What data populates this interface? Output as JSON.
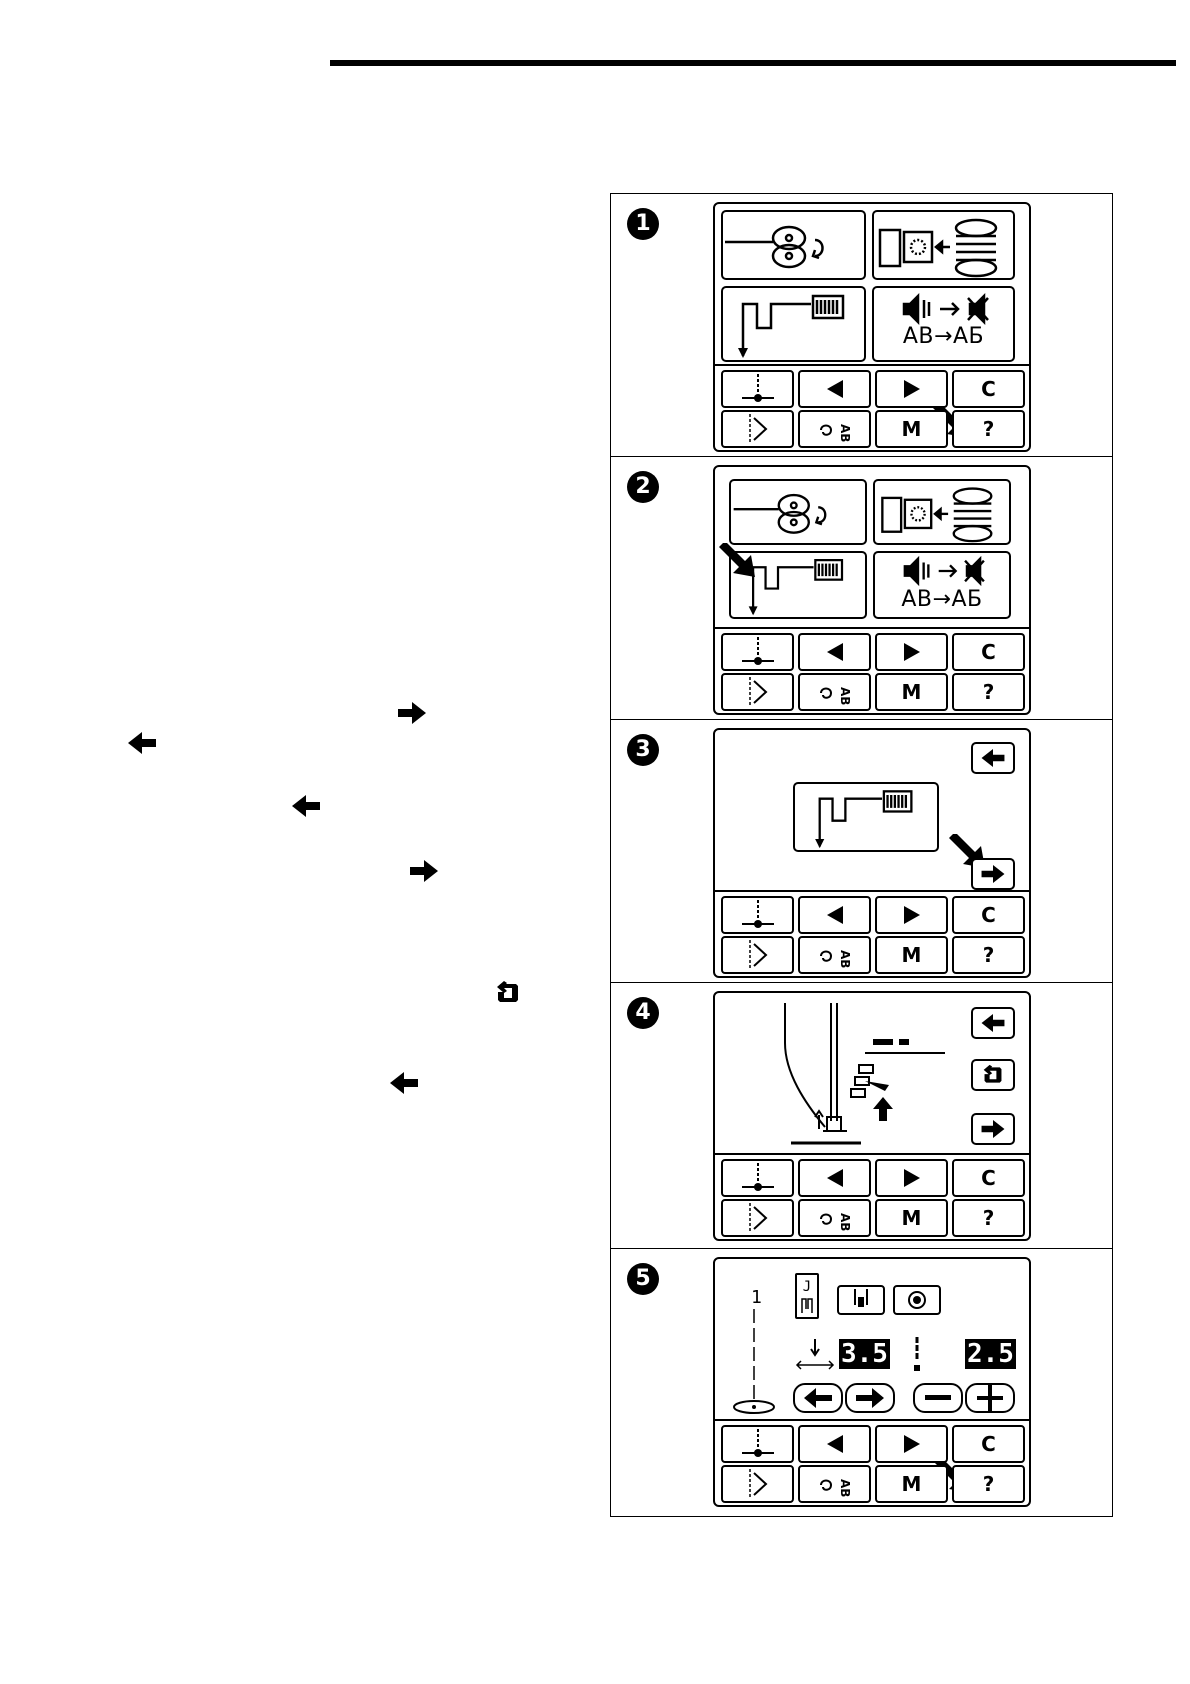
{
  "steps": [
    "1",
    "2",
    "3",
    "4",
    "5"
  ],
  "keys": {
    "c": "C",
    "help": "?",
    "memory": "M"
  },
  "menu": {
    "lang_from": "AB",
    "arrow": "→",
    "lang_to": "AБ"
  },
  "stitch": {
    "pattern_number": "1",
    "foot": "J",
    "width": "3.5",
    "length": "2.5"
  },
  "icons": {
    "inline": [
      "arrow-right-icon",
      "arrow-left-icon",
      "arrow-left-icon",
      "arrow-right-icon",
      "rotate-icon",
      "arrow-left-icon"
    ]
  }
}
